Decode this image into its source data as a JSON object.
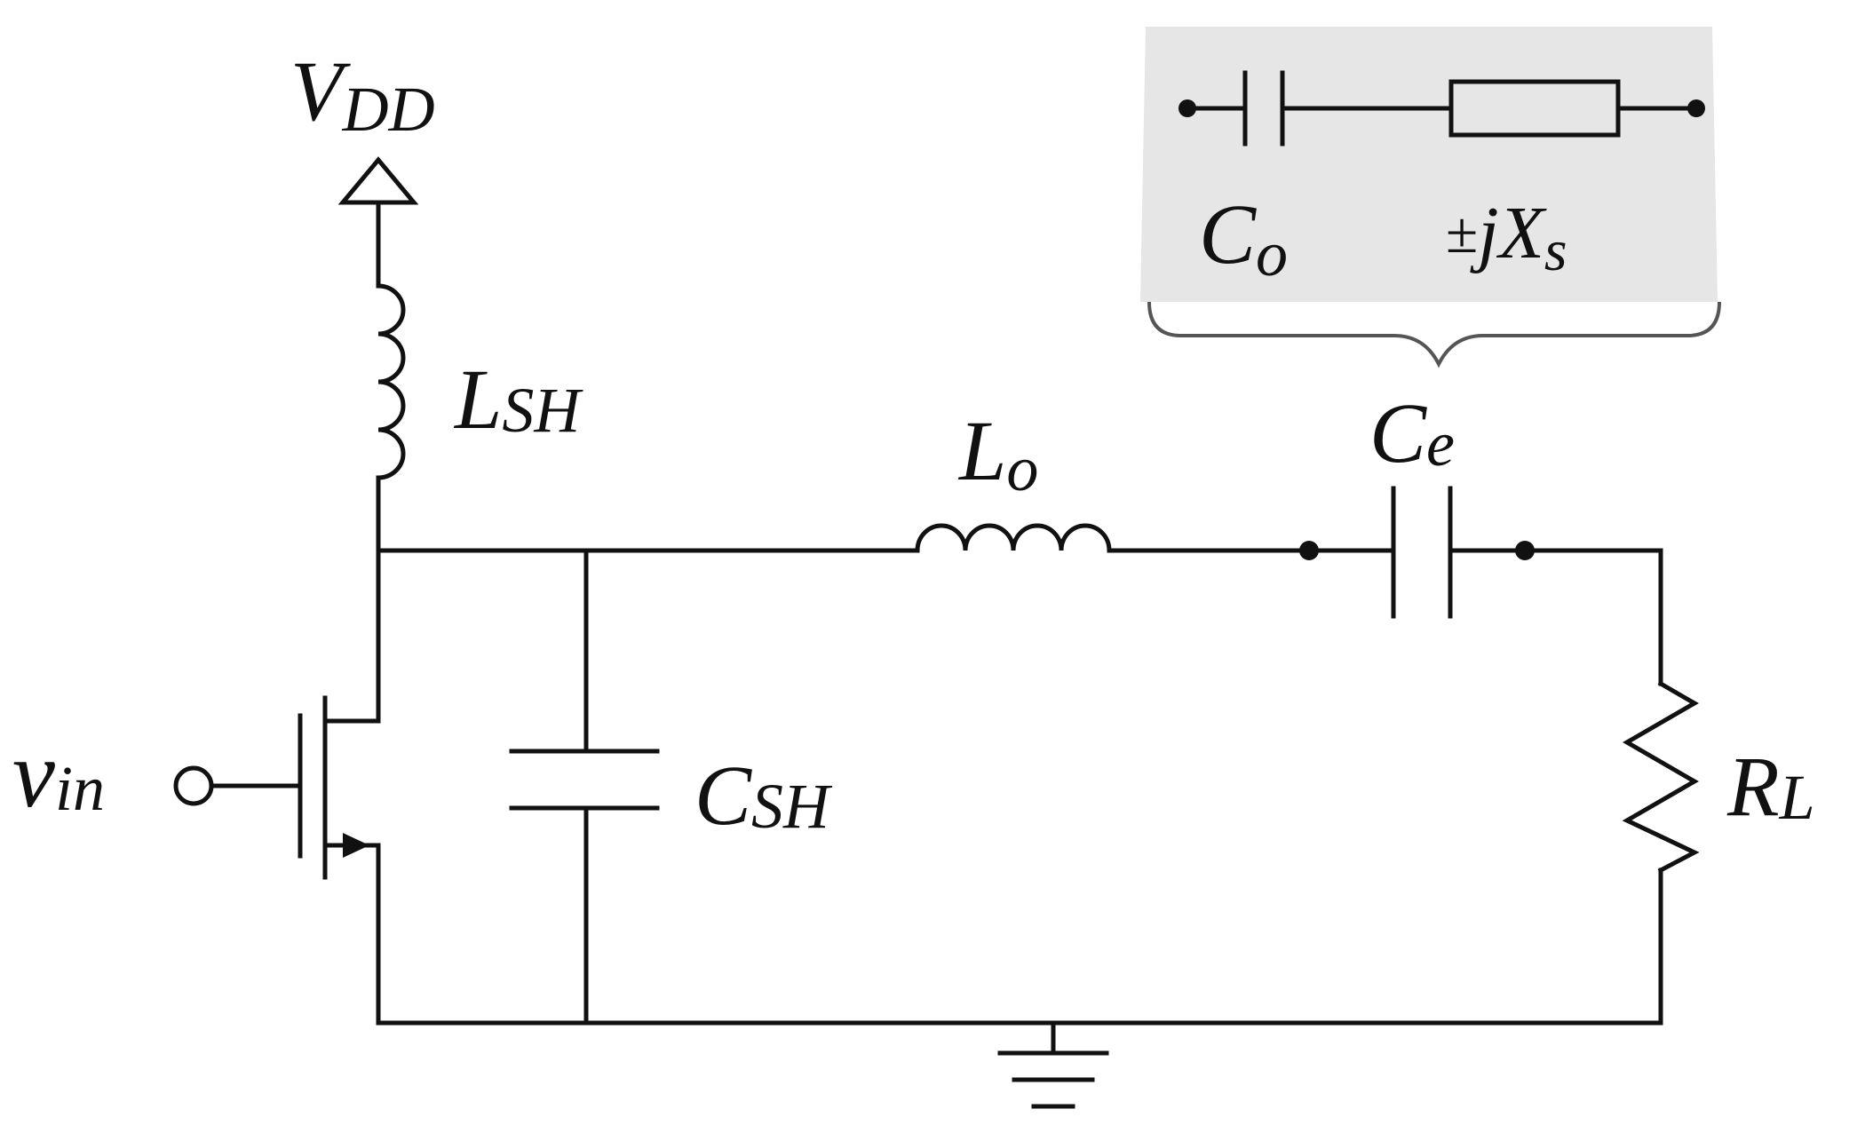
{
  "labels": {
    "vdd": {
      "main": "V",
      "sub": "DD"
    },
    "lsh": {
      "main": "L",
      "sub": "SH"
    },
    "lo": {
      "main": "L",
      "sub": "o"
    },
    "ce": {
      "main": "C",
      "sub": "e"
    },
    "csh": {
      "main": "C",
      "sub": "SH"
    },
    "rl": {
      "main": "R",
      "sub": "L"
    },
    "vin": {
      "main": "v",
      "sub": "in"
    },
    "inset_co": {
      "main": "C",
      "sub": "o"
    },
    "inset_x": {
      "pm": "±",
      "j": "j",
      "main": "X",
      "sub": "s"
    }
  },
  "colors": {
    "wire": "#111111",
    "inset_bg": "#e6e6e6",
    "brace": "#555555"
  }
}
